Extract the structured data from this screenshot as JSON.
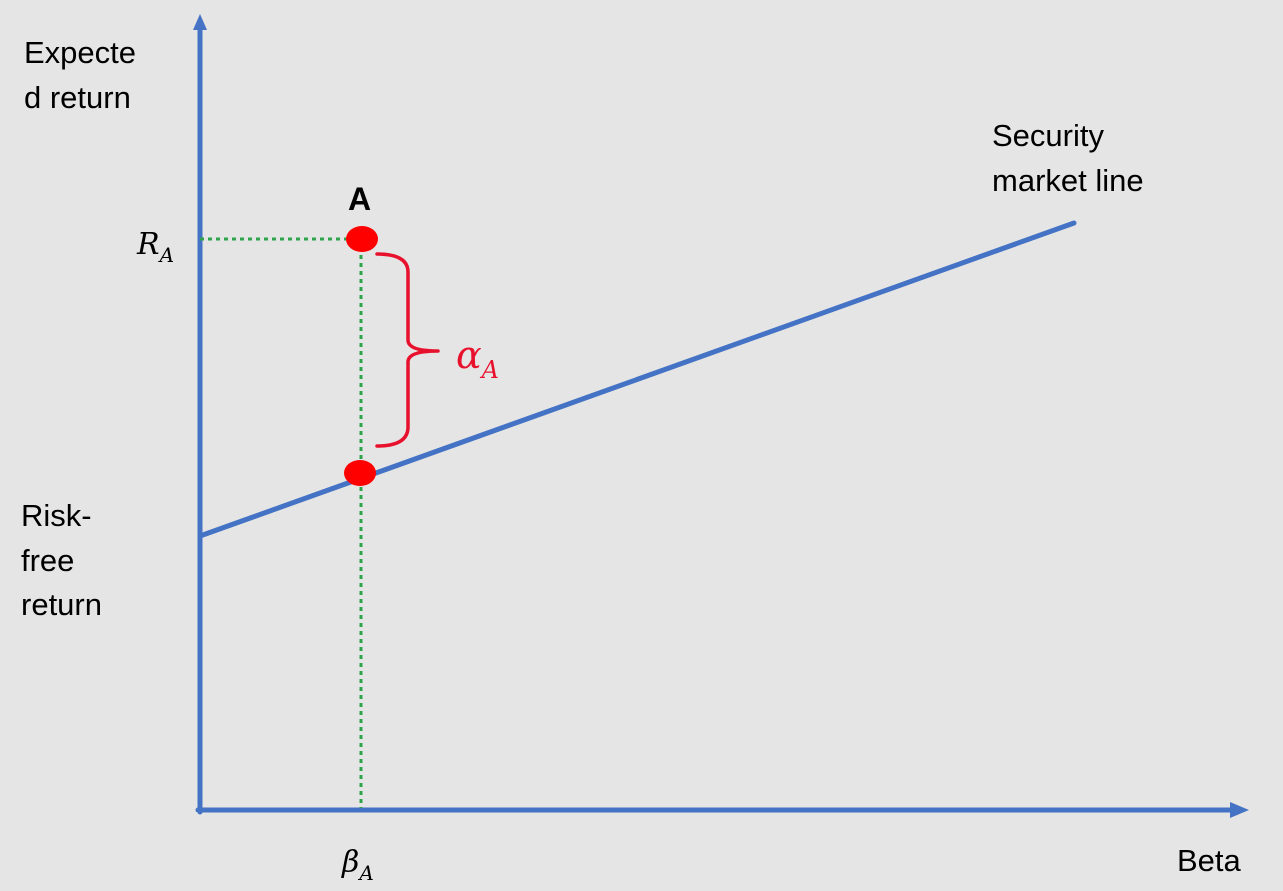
{
  "axes": {
    "y_label_line1": "Expecte",
    "y_label_line2": "d return",
    "x_label": "Beta"
  },
  "security_market_line": {
    "label_line1": "Security",
    "label_line2": "market line"
  },
  "risk_free": {
    "label_line1": "Risk-",
    "label_line2": "free",
    "label_line3": "return"
  },
  "point": {
    "name": "A",
    "return_symbol": "R",
    "return_subscript": "A",
    "beta_symbol": "β",
    "beta_subscript": "A",
    "alpha_symbol": "α",
    "alpha_subscript": "A"
  },
  "colors": {
    "background": "#e5e5e5",
    "axis": "#4472c4",
    "sml": "#4472c4",
    "point": "#ff0000",
    "alpha_bracket": "#e8112d",
    "guide": "#2ea34a",
    "text": "#000000"
  }
}
